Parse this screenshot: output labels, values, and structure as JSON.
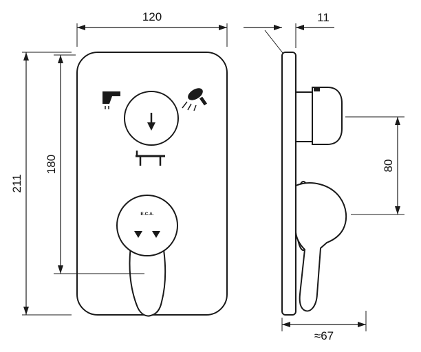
{
  "front_view": {
    "dim_width": "120",
    "dim_total_height": "211",
    "dim_inner_height": "180",
    "handle_logo": "E.C.A.",
    "icons": {
      "top_left": "bath-spout-icon",
      "top_right": "hand-shower-icon",
      "below_knob": "bathtub-icon",
      "in_knob": "down-arrow-icon"
    }
  },
  "side_view": {
    "dim_depth": "11",
    "dim_center_distance": "80",
    "dim_projection": "≈67"
  },
  "colors": {
    "line": "#1a1a1a",
    "background": "#ffffff"
  }
}
